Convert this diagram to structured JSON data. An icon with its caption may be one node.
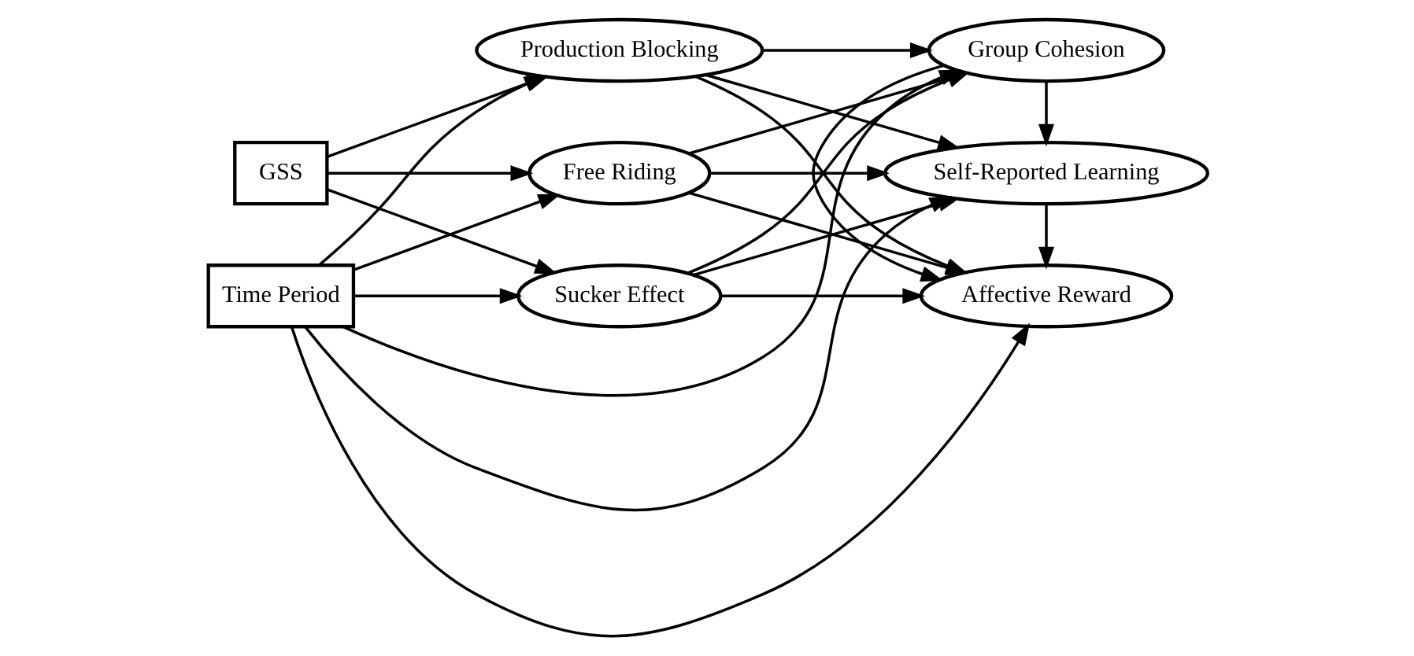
{
  "diagram": {
    "nodes": [
      {
        "text": [
          "GSS"
        ]
      },
      {
        "text": [
          "Production Blocking"
        ]
      },
      {
        "text": [
          "Free Riding"
        ]
      },
      {
        "text": [
          "Sucker Effect"
        ]
      },
      {
        "text": [
          "Group Cohesion"
        ]
      },
      {
        "text": [
          "Self-Reported Learning"
        ]
      },
      {
        "text": [
          "Affective Reward"
        ]
      },
      {
        "text": [
          "Time Period"
        ]
      }
    ],
    "edges": [
      {
        "from": 0,
        "to": 1,
        "arrow": "to"
      },
      {
        "from": 0,
        "to": 2,
        "arrow": "to"
      },
      {
        "from": 0,
        "to": 3,
        "arrow": "to"
      },
      {
        "from": 1,
        "to": 4,
        "arrow": "to"
      },
      {
        "from": 1,
        "to": 5,
        "arrow": "to"
      },
      {
        "from": 1,
        "to": 6,
        "arrow": "to"
      },
      {
        "from": 2,
        "to": 4,
        "arrow": "to"
      },
      {
        "from": 2,
        "to": 5,
        "arrow": "to"
      },
      {
        "from": 2,
        "to": 6,
        "arrow": "to"
      },
      {
        "from": 3,
        "to": 4,
        "arrow": "to"
      },
      {
        "from": 3,
        "to": 5,
        "arrow": "to"
      },
      {
        "from": 3,
        "to": 6,
        "arrow": "to"
      },
      {
        "from": 4,
        "to": 5,
        "arrow": "to"
      },
      {
        "from": 4,
        "to": 6,
        "arrow": "to"
      },
      {
        "from": 5,
        "to": 6,
        "arrow": "to"
      },
      {
        "from": 7,
        "to": 1,
        "arrow": "to"
      },
      {
        "from": 7,
        "to": 2,
        "arrow": "to"
      },
      {
        "from": 7,
        "to": 3,
        "arrow": "to"
      },
      {
        "from": 7,
        "to": 4,
        "arrow": "to"
      },
      {
        "from": 7,
        "to": 5,
        "arrow": "to"
      },
      {
        "from": 7,
        "to": 6,
        "arrow": "to"
      }
    ]
  }
}
